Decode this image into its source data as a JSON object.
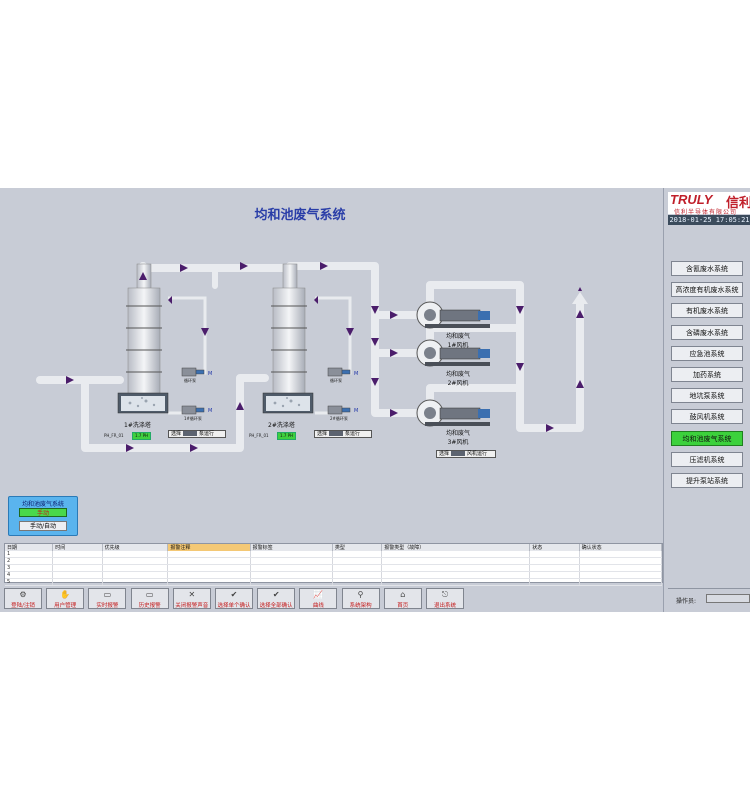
{
  "title": "均和池废气系统",
  "brand": {
    "logo_text": "TRULY",
    "logo_cn": "信利",
    "logo_sub": "信利半导体有限公司",
    "datetime": "2018-01-25 17:05:21"
  },
  "nav": [
    {
      "label": "含氰废水系统"
    },
    {
      "label": "高浓度有机废水系统"
    },
    {
      "label": "有机废水系统"
    },
    {
      "label": "含磷废水系统"
    },
    {
      "label": "应急池系统"
    },
    {
      "label": "加药系统"
    },
    {
      "label": "地坑泵系统"
    },
    {
      "label": "鼓风机系统"
    },
    {
      "label": "均和池废气系统",
      "active": true
    },
    {
      "label": "压滤机系统"
    },
    {
      "label": "提升泵站系统"
    }
  ],
  "towers": [
    {
      "label": "1#洗涤塔",
      "flow_tag": "PH_FR_01",
      "flow_val": "1.7 PH",
      "sel_label": "选择",
      "status_label": "泵运行",
      "pump_label1": "循环泵",
      "pump_label2": "1#循环泵"
    },
    {
      "label": "2#洗涤塔",
      "flow_tag": "PH_FR_01",
      "flow_val": "1.7 PH",
      "sel_label": "选择",
      "status_label": "泵运行",
      "pump_label1": "循环泵",
      "pump_label2": "2#循环泵"
    }
  ],
  "fans": [
    {
      "line1": "均和废气",
      "line2": "1#风机"
    },
    {
      "line1": "均和废气",
      "line2": "2#风机"
    },
    {
      "line1": "均和废气",
      "line2": "3#风机"
    }
  ],
  "fan_select": {
    "sel_label": "选择",
    "status_label": "风机运行"
  },
  "motor_label": "M",
  "mode_panel": {
    "title": "均和池废气系统",
    "value": "手动",
    "button": "手动/自动"
  },
  "alarm_table": {
    "columns": [
      "日期",
      "时间",
      "优先级",
      "报警注释",
      "报警标签",
      "类型",
      "报警类型（故障）",
      "状态",
      "确认状态"
    ],
    "rows": [
      "1",
      "2",
      "3",
      "4",
      "5"
    ]
  },
  "toolbar": [
    {
      "icon": "login-icon",
      "glyph": "⚙",
      "label": "登陆/注销"
    },
    {
      "icon": "user-icon",
      "glyph": "✋",
      "label": "用户管理"
    },
    {
      "icon": "realtime-alarm-icon",
      "glyph": "▭",
      "label": "实时报警"
    },
    {
      "icon": "history-alarm-icon",
      "glyph": "▭",
      "label": "历史报警"
    },
    {
      "icon": "mute-icon",
      "glyph": "✕",
      "label": "关闭报警声音"
    },
    {
      "icon": "confirm-one-icon",
      "glyph": "✔",
      "label": "选择单个确认"
    },
    {
      "icon": "confirm-all-icon",
      "glyph": "✔",
      "label": "选择全部确认"
    },
    {
      "icon": "trend-icon",
      "glyph": "📈",
      "label": "曲线"
    },
    {
      "icon": "architecture-icon",
      "glyph": "⚲",
      "label": "系统架构"
    },
    {
      "icon": "home-icon",
      "glyph": "⌂",
      "label": "首页"
    },
    {
      "icon": "exit-icon",
      "glyph": "⎋",
      "label": "退出系统"
    }
  ],
  "operator": {
    "label": "操作员:",
    "value": ""
  },
  "colors": {
    "pipe": "#e8eaee",
    "arrow": "#4b1d6b",
    "active_nav": "#3cd13c",
    "title": "#2a3ea8"
  }
}
